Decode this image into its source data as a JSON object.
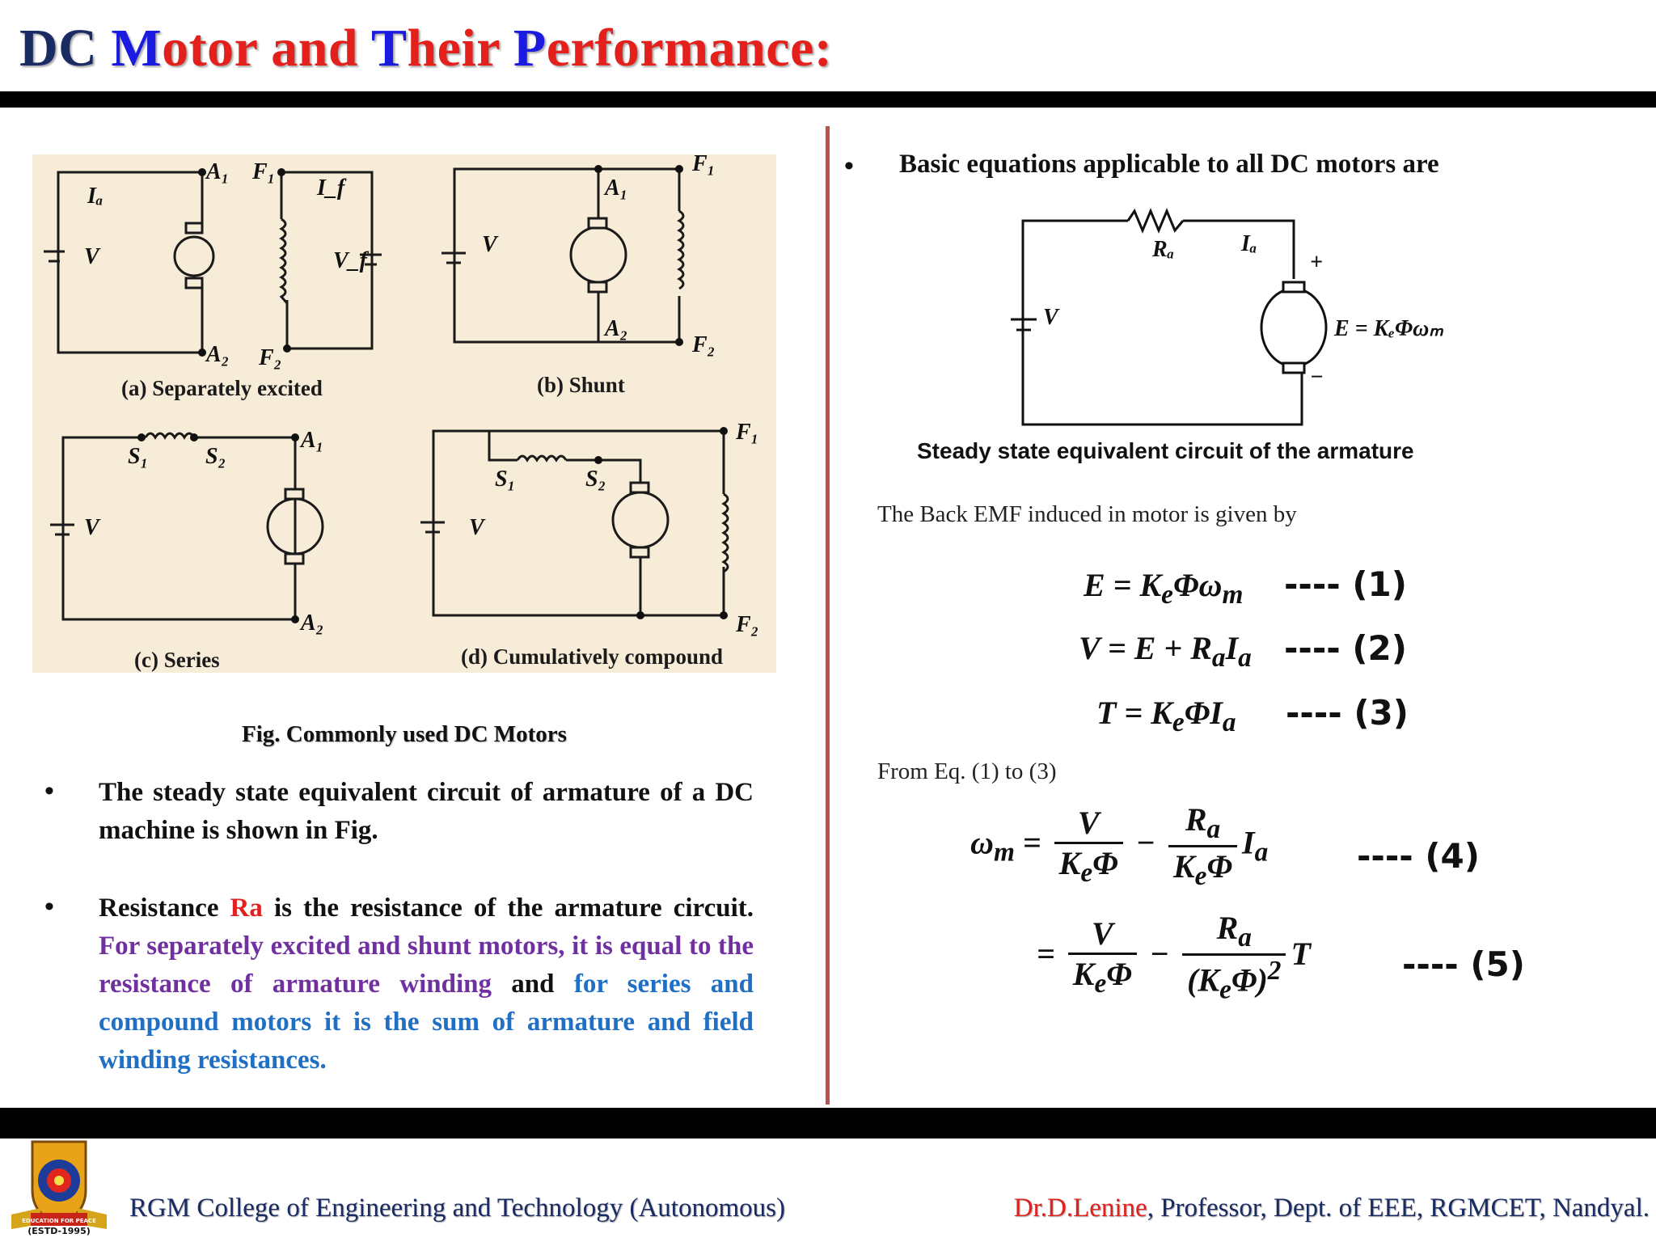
{
  "title": {
    "part1": "DC ",
    "part2": "M",
    "part3": "otor and ",
    "part4": "T",
    "part5": "heir ",
    "part6": "P",
    "part7": "erformance:"
  },
  "figure": {
    "caption_a": "(a) Separately excited",
    "caption_b": "(b) Shunt",
    "caption_c": "(c) Series",
    "caption_d": "(d) Cumulatively compound",
    "caption": "Fig. Commonly used DC Motors"
  },
  "left": {
    "bullet1": "The steady state equivalent circuit of armature of a DC machine is shown in Fig.",
    "bullet2_a": "Resistance ",
    "bullet2_ra": "Ra",
    "bullet2_b": " is the resistance of the armature circuit. ",
    "bullet2_purple": "For separately excited and shunt motors, it is equal to the resistance of armature winding",
    "bullet2_and": " and ",
    "bullet2_blue": "for series and compound motors it is the sum of armature and field winding resistances."
  },
  "right": {
    "heading": "Basic equations applicable to all DC motors are",
    "circuit_caption": "Steady state equivalent circuit of the armature",
    "back_emf_text": "The Back EMF induced in motor is given by",
    "from_eq_text": "From Eq. (1) to (3)",
    "eq1_num": "---- (1)",
    "eq2_num": "---- (2)",
    "eq3_num": "---- (3)",
    "eq4_num": "---- (4)",
    "eq5_num": "---- (5)"
  },
  "footer": {
    "college": "RGM College of Engineering and Technology (Autonomous)",
    "author_name": "Dr.D.Lenine",
    "author_rest": ", Professor, Dept. of EEE, RGMCET, Nandyal.",
    "logo_text": "EDUCATION FOR PEACE",
    "logo_estd": "(ESTD-1995)"
  },
  "colors": {
    "navy": "#1a2b63",
    "blue": "#1a1ae0",
    "red": "#e3201c",
    "purple": "#7030a0",
    "teal_blue": "#1f6fc4",
    "divider": "#c0504d"
  }
}
